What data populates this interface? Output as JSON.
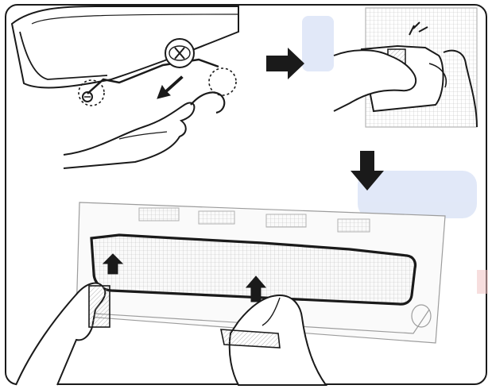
{
  "figure": {
    "panels": [
      {
        "id": "step-1",
        "icons": [
          "screw-icon",
          "cable-icon",
          "hand-icon"
        ]
      },
      {
        "id": "step-2",
        "icons": [
          "tape-peel-icon",
          "hand-icon"
        ]
      },
      {
        "id": "step-3",
        "icons": [
          "cover-plate-icon",
          "up-arrow-icon",
          "hand-icon"
        ]
      }
    ],
    "arrows": [
      "right-arrow-icon",
      "down-arrow-icon"
    ]
  },
  "colors": {
    "ink": "#1a1a1a",
    "paper": "#ffffff",
    "shade": "#d8d8d8",
    "watermark_blue": "#c9d6f2",
    "watermark_red": "#f2c4c4"
  }
}
